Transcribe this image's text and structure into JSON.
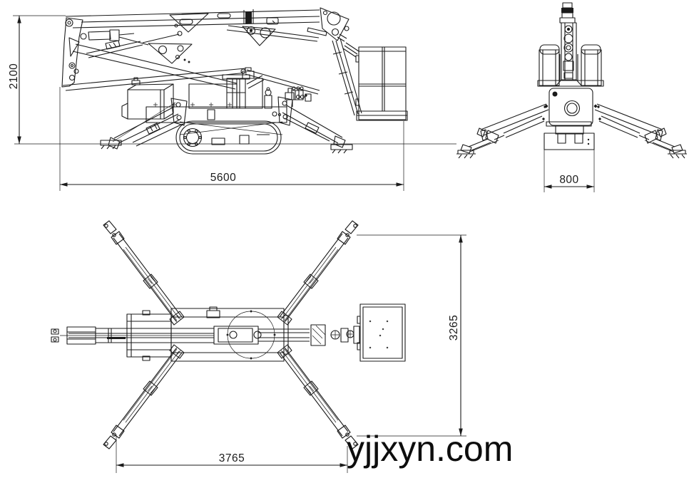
{
  "colors": {
    "bg": "#ffffff",
    "line": "#1b1b1b",
    "watermark": "#0d0d0d"
  },
  "dimensions": {
    "overall_height": "2100",
    "overall_length": "5600",
    "chassis_width": "800",
    "outrigger_footprint_width": "3265",
    "outrigger_footprint_length": "3765"
  },
  "watermark": {
    "text": "yjjxyn.com"
  }
}
